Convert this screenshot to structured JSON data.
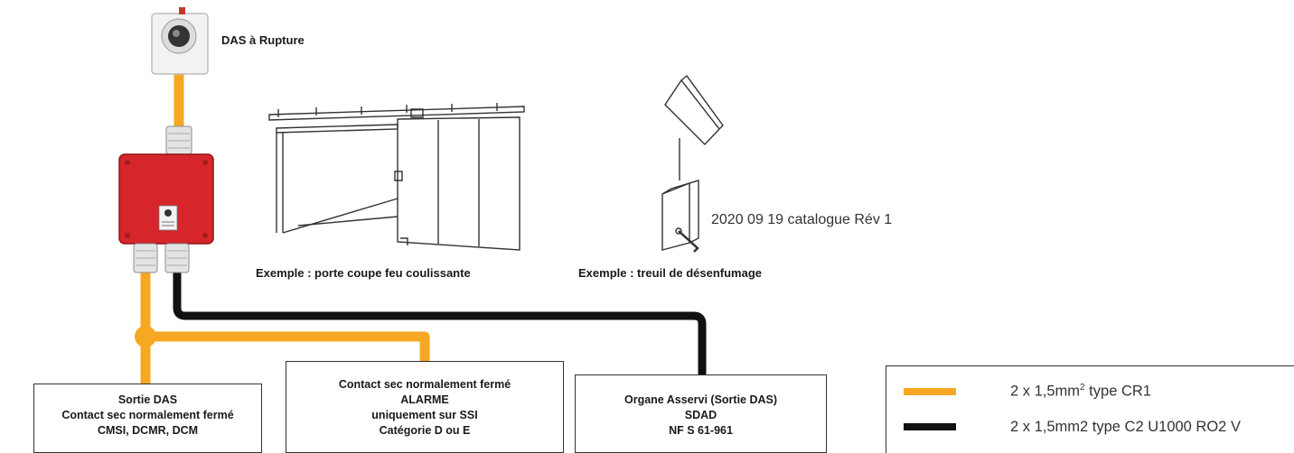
{
  "colors": {
    "orange_cable": "#F7A823",
    "black_cable": "#111111",
    "red_box": "#D7262B"
  },
  "labels": {
    "das": "DAS à Rupture",
    "example_door": "Exemple : porte coupe feu coulissante",
    "example_winch": "Exemple : treuil de désenfumage",
    "catalogue": "2020 09 19 catalogue Rév 1"
  },
  "boxes": {
    "sortie": [
      "Sortie DAS",
      "Contact sec normalement fermé",
      "CMSI, DCMR, DCM"
    ],
    "alarme": [
      "Contact sec normalement fermé",
      "ALARME",
      "uniquement sur SSI",
      "Catégorie D ou E"
    ],
    "organe": [
      "Organe Asservi (Sortie DAS)",
      "SDAD",
      "NF S 61-961"
    ]
  },
  "legend": {
    "orange_text": "2 x 1,5mm",
    "orange_sup": "2",
    "orange_suffix": " type CR1",
    "black_text": "2 x 1,5mm2 type C2 U1000 RO2 V"
  },
  "icons": [
    "das-rupture-device-icon",
    "junction-box-icon",
    "sliding-fire-door-icon",
    "smoke-winch-icon"
  ]
}
